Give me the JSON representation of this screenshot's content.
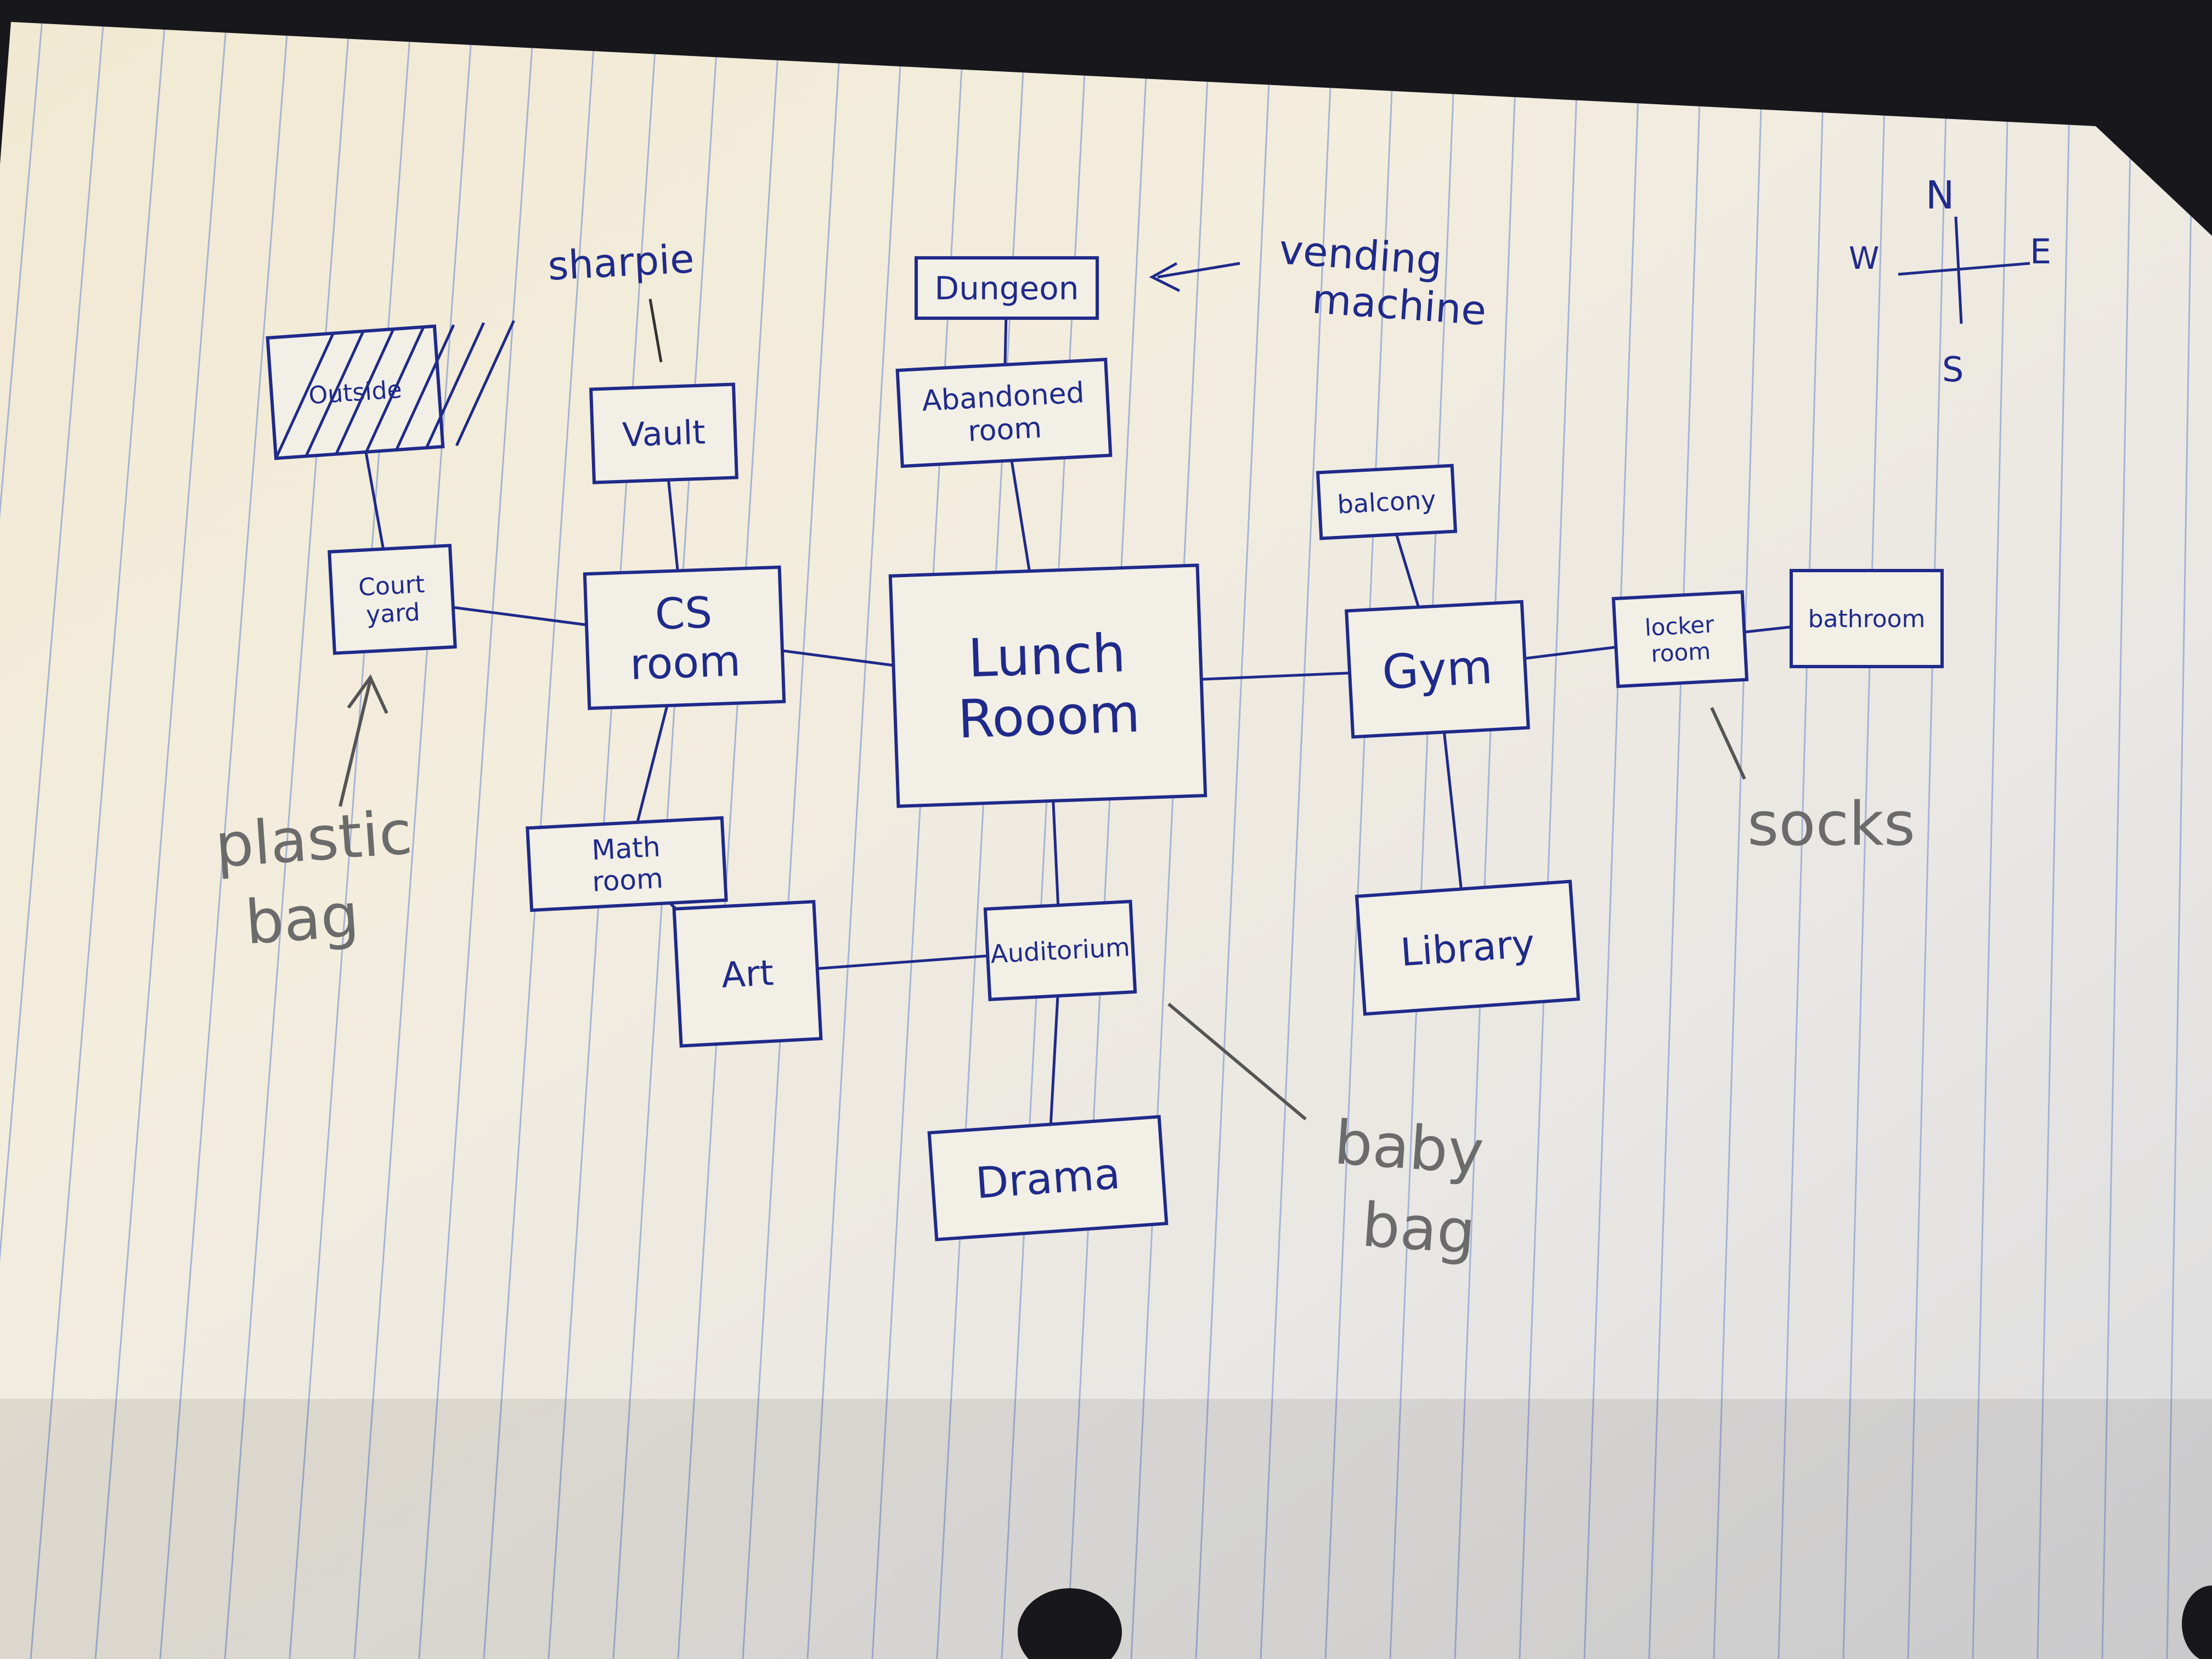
{
  "diagram": {
    "compass": {
      "north": "N",
      "east": "E",
      "south": "S",
      "west": "W"
    },
    "rooms": [
      {
        "id": "outside",
        "label": "Outside",
        "crossed_out": true
      },
      {
        "id": "vault",
        "label": "Vault"
      },
      {
        "id": "dungeon",
        "label": "Dungeon"
      },
      {
        "id": "abandoned",
        "label": "Abandoned room"
      },
      {
        "id": "courtyard",
        "label": "Court yard"
      },
      {
        "id": "csroom",
        "label": "CS room"
      },
      {
        "id": "lunch",
        "label": "Lunch Rooom"
      },
      {
        "id": "balcony",
        "label": "balcony"
      },
      {
        "id": "gym",
        "label": "Gym"
      },
      {
        "id": "locker",
        "label": "locker room"
      },
      {
        "id": "bathroom",
        "label": "bathroom"
      },
      {
        "id": "math",
        "label": "Math room"
      },
      {
        "id": "art",
        "label": "Art"
      },
      {
        "id": "auditorium",
        "label": "Auditorium"
      },
      {
        "id": "library",
        "label": "Library"
      },
      {
        "id": "drama",
        "label": "Drama"
      }
    ],
    "connections": [
      [
        "outside",
        "courtyard"
      ],
      [
        "courtyard",
        "csroom"
      ],
      [
        "vault",
        "csroom"
      ],
      [
        "dungeon",
        "abandoned"
      ],
      [
        "abandoned",
        "lunch"
      ],
      [
        "csroom",
        "lunch"
      ],
      [
        "lunch",
        "gym"
      ],
      [
        "balcony",
        "gym"
      ],
      [
        "gym",
        "locker"
      ],
      [
        "locker",
        "bathroom"
      ],
      [
        "gym",
        "library"
      ],
      [
        "csroom",
        "math"
      ],
      [
        "math",
        "art"
      ],
      [
        "art",
        "auditorium"
      ],
      [
        "lunch",
        "auditorium"
      ],
      [
        "auditorium",
        "drama"
      ]
    ],
    "item_notes": {
      "sharpie": "sharpie",
      "vending_machine": "vending machine",
      "plastic_bag": "plastic bag",
      "socks": "socks",
      "baby_bag": "baby bag"
    }
  },
  "colors": {
    "ink": "#1f2a8a",
    "pencil": "#6b6b6b",
    "paper": "#eeeae0",
    "rule_lines": "#8fa2cf",
    "desk": "#17171c"
  }
}
